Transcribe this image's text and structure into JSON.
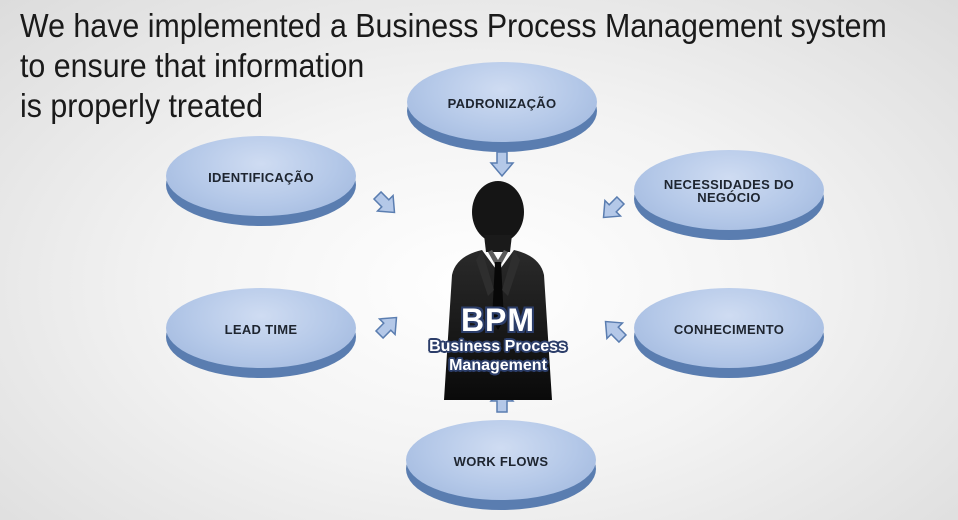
{
  "headline": {
    "line1": "We have implemented a Business Process Management system",
    "line2": "to ensure that information",
    "line3": "is properly treated"
  },
  "center": {
    "title": "BPM",
    "subtitle_line1": "Business Process",
    "subtitle_line2": "Management"
  },
  "nodes": {
    "padronizacao": "PADRONIZAÇÃO",
    "identificacao": "IDENTIFICAÇÃO",
    "necessidades_line1": "NECESSIDADES DO",
    "necessidades_line2": "NEGÓCIO",
    "lead_time": "LEAD TIME",
    "conhecimento": "CONHECIMENTO",
    "work_flows": "WORK FLOWS"
  },
  "colors": {
    "node_face": "#b4c8e8",
    "node_shadow": "#5a7db0",
    "arrow_fill": "#b4c8e8",
    "arrow_stroke": "#5a7db0",
    "text_outline": "#2c3e6a"
  }
}
